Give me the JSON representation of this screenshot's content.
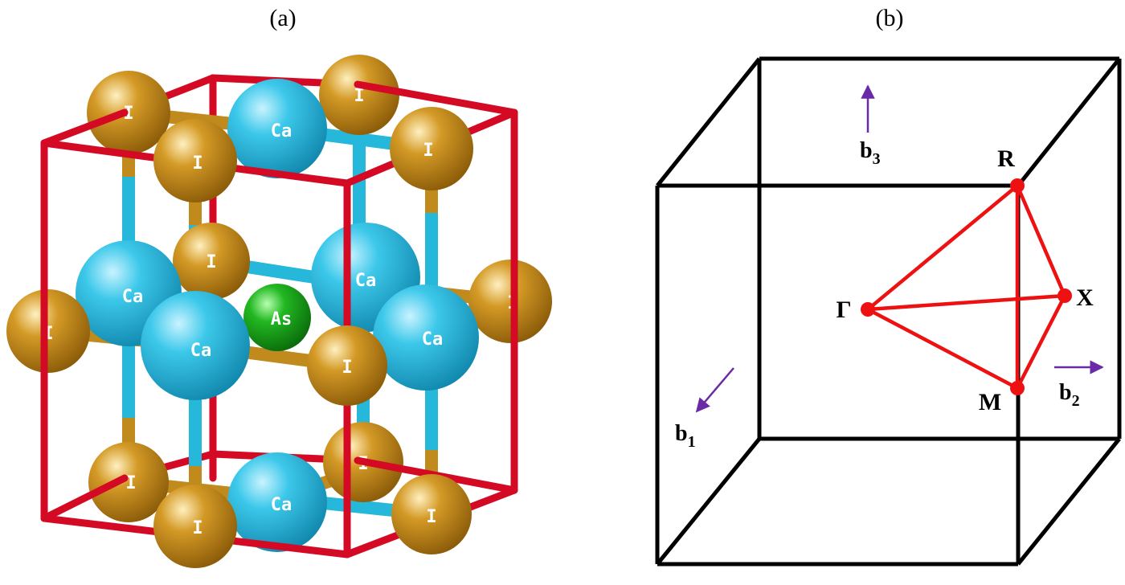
{
  "panel_a": {
    "label": "(a)",
    "species": {
      "Ca": {
        "label": "Ca",
        "color": "#2ec3e6"
      },
      "I": {
        "label": "I",
        "color": "#c8901e"
      },
      "As": {
        "label": "As",
        "color": "#1fae1f"
      }
    },
    "cell_color": "#d40a25",
    "bond_colors": {
      "Ca": "#25b8da",
      "I": "#c08a1c"
    }
  },
  "panel_b": {
    "label": "(b)",
    "points": [
      {
        "id": "gamma",
        "label": "Γ"
      },
      {
        "id": "R",
        "label": "R"
      },
      {
        "id": "X",
        "label": "X"
      },
      {
        "id": "M",
        "label": "M"
      }
    ],
    "path_color": "#ee1111",
    "vectors": [
      {
        "id": "b1",
        "base": "b",
        "sub": "1"
      },
      {
        "id": "b2",
        "base": "b",
        "sub": "2"
      },
      {
        "id": "b3",
        "base": "b",
        "sub": "3"
      }
    ],
    "vector_color": "#6a2aa8",
    "box_color": "#000000"
  }
}
